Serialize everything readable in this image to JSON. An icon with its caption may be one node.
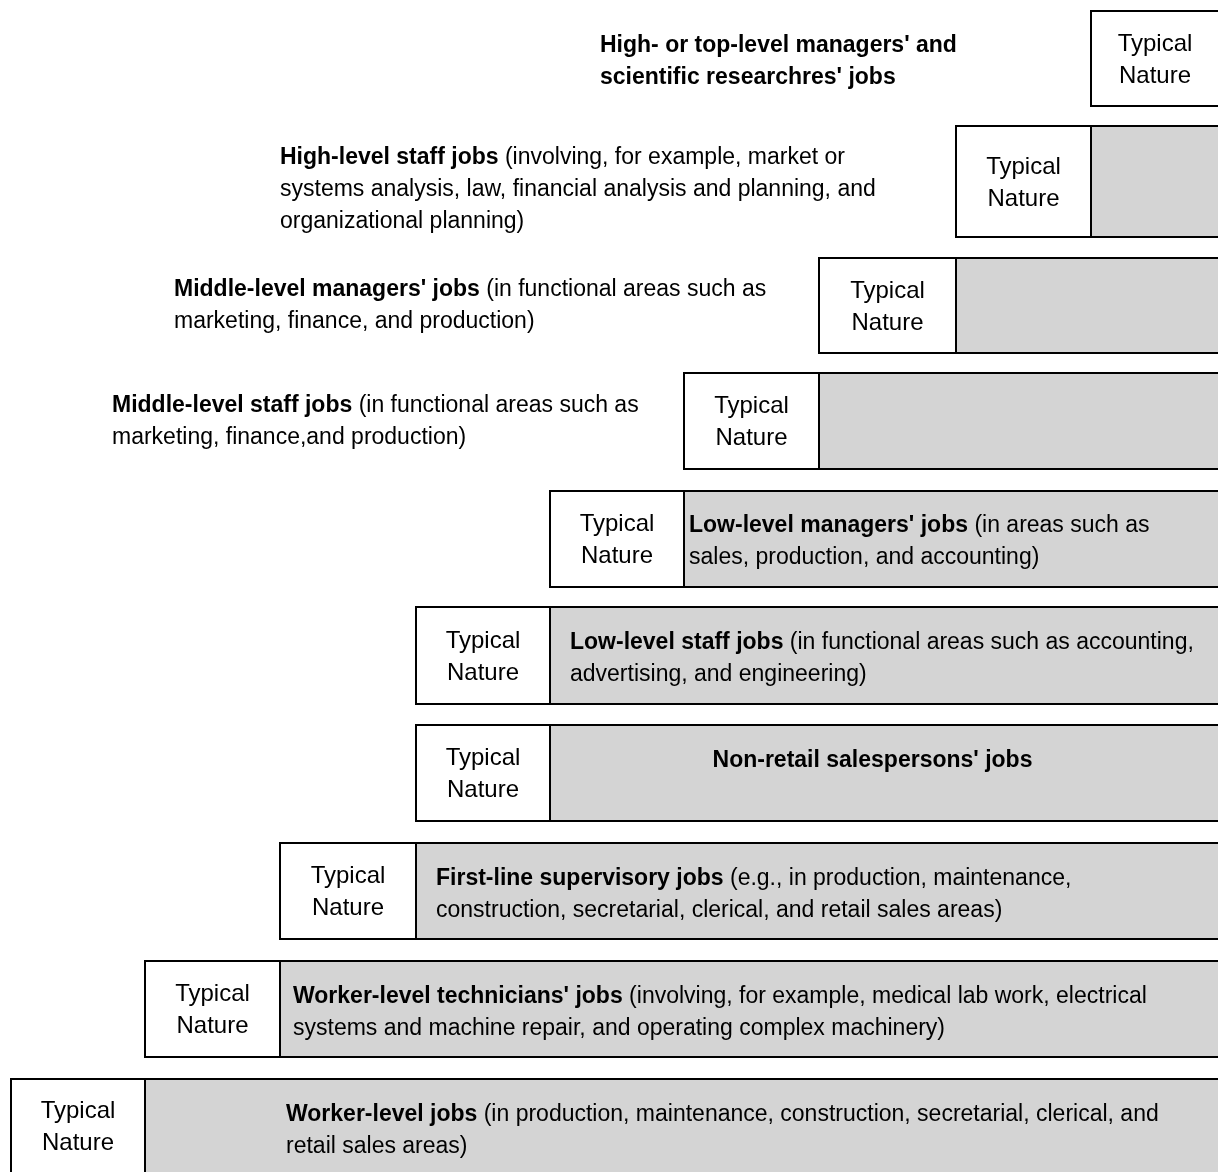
{
  "diagram": {
    "nodes": [
      {
        "text": [
          "Typical Nature"
        ]
      },
      {
        "text": [
          "Typical Nature"
        ]
      },
      {
        "text": [],
        "shape": "bar"
      },
      {
        "text": [
          "Typical Nature"
        ]
      },
      {
        "text": [],
        "shape": "bar"
      },
      {
        "text": [
          "Typical Nature"
        ]
      },
      {
        "text": [],
        "shape": "bar"
      },
      {
        "text": [
          "Typical Nature"
        ]
      },
      {
        "text": [
          "**Low-level managers' jobs** (in areas such as sales, production, and accounting)"
        ]
      },
      {
        "text": [
          "Typical Nature"
        ]
      },
      {
        "text": [
          "**Low-level staff jobs** (in functional areas such as accounting, advertising, and engineering)"
        ]
      },
      {
        "text": [
          "Typical Nature"
        ]
      },
      {
        "text": [
          "Non-retail salespersons' jobs"
        ]
      },
      {
        "text": [
          "Typical Nature"
        ]
      },
      {
        "text": [
          "**First-line supervisory jobs** (e.g., in production, maintenance, construction, secretarial, clerical, and retail sales areas)"
        ]
      },
      {
        "text": [
          "Typical Nature"
        ]
      },
      {
        "text": [
          "**Worker-level technicians' jobs** (involving, for example, medical lab work, electrical systems and machine repair, and operating complex machinery)"
        ]
      },
      {
        "text": [
          "Typical Nature"
        ]
      },
      {
        "text": [
          "**Worker-level jobs** (in production, maintenance, construction, secretarial, clerical, and retail sales areas)"
        ]
      }
    ],
    "labels": [
      "High- or top-level managers' and scientific researchres' jobs",
      "**High-level staff jobs** (involving, for example, market or systems analysis, law, financial analysis and planning, and organizational planning)",
      "**Middle-level managers' jobs** (in functional areas such as marketing, finance, and production)",
      "**Middle-level staff jobs** (in functional areas such as marketing, finance,and production)"
    ]
  }
}
